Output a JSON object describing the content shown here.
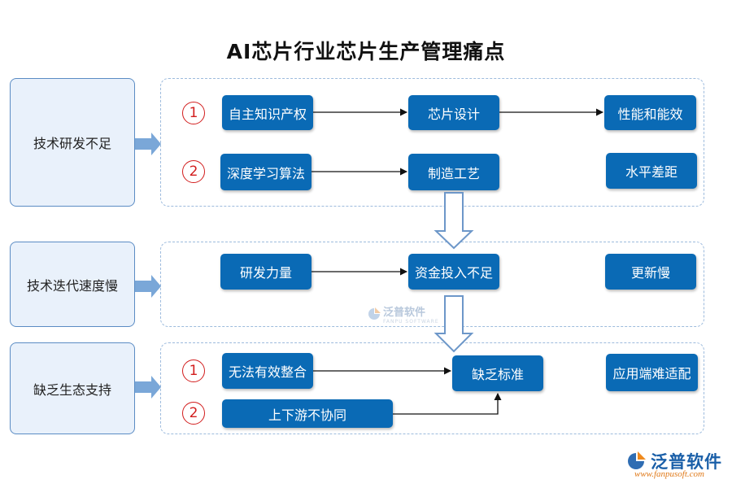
{
  "title": "AI芯片行业芯片生产管理痛点",
  "rows": [
    {
      "category": "技术研发不足",
      "markers": [
        "1",
        "2"
      ],
      "boxes": [
        "自主知识产权",
        "芯片设计",
        "性能和能效",
        "深度学习算法",
        "制造工艺",
        "水平差距"
      ]
    },
    {
      "category": "技术迭代速度慢",
      "boxes": [
        "研发力量",
        "资金投入不足",
        "更新慢"
      ]
    },
    {
      "category": "缺乏生态支持",
      "markers": [
        "1",
        "2"
      ],
      "boxes": [
        "无法有效整合",
        "缺乏标准",
        "应用端难适配",
        "上下游不协同"
      ]
    }
  ],
  "watermark": {
    "text": "泛普软件",
    "sub": "FANPU SOFTWARE"
  },
  "logo": {
    "text": "泛普软件",
    "url": "www.fanpusoft.com"
  }
}
